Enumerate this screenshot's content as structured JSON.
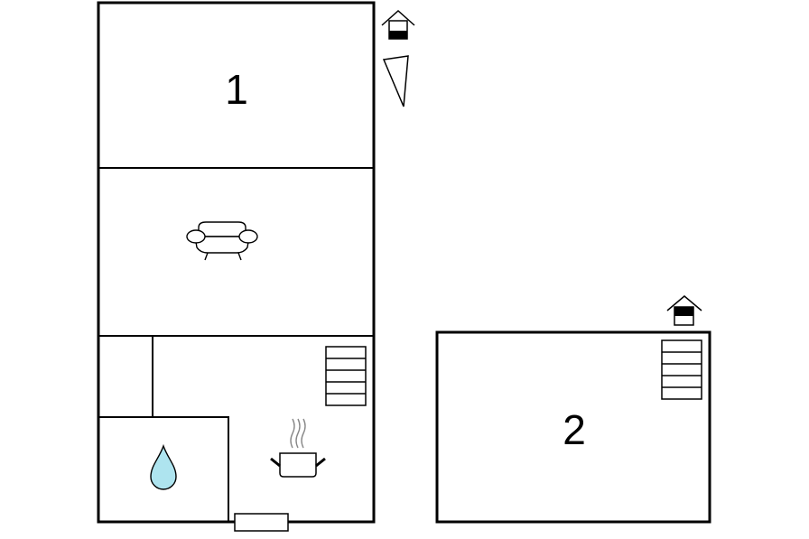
{
  "floors": [
    {
      "id": "floor-1",
      "label": "1"
    },
    {
      "id": "floor-2",
      "label": "2"
    }
  ],
  "icons": [
    "entrance-icon",
    "north-arrow-icon",
    "sofa-icon",
    "stairs-icon",
    "water-drop-icon",
    "cooking-pot-icon",
    "window-icon"
  ],
  "colors": {
    "wall": "#000000",
    "background": "#ffffff",
    "water": "#aee4ef",
    "steam": "#888888"
  }
}
